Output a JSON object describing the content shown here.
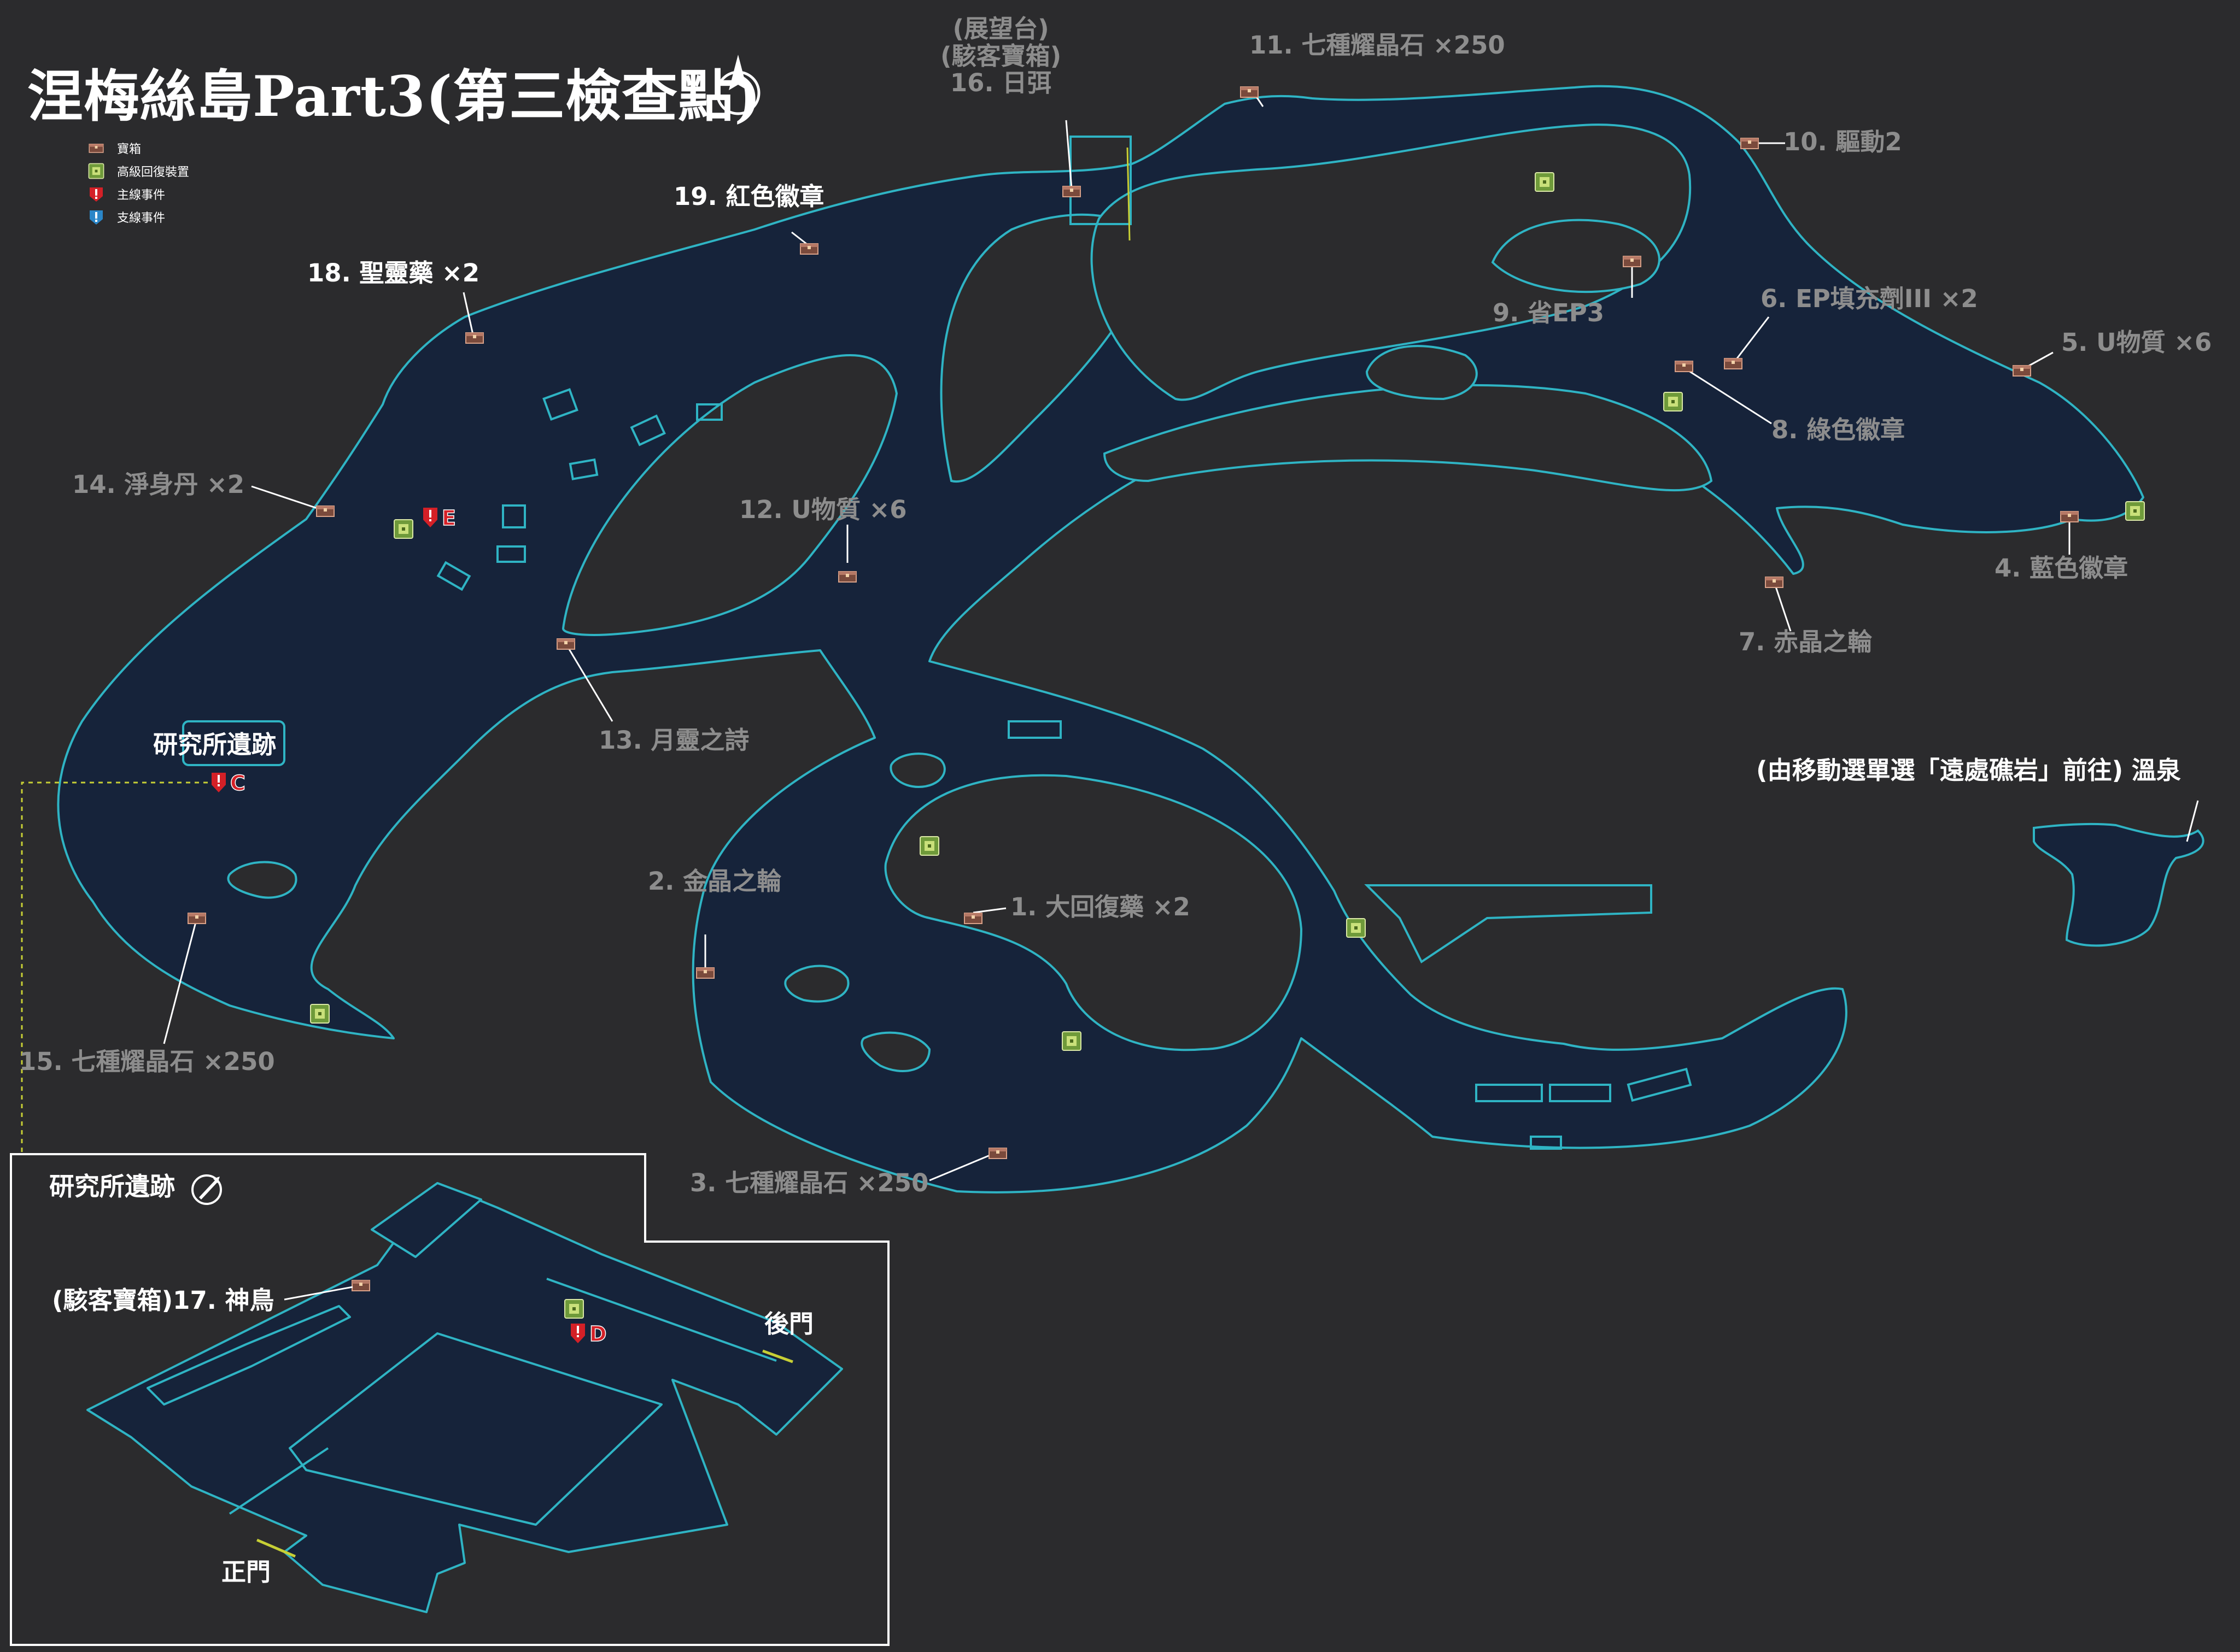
{
  "title": "涅梅絲島Part3(第三檢查點)",
  "compass": {
    "letter": "N",
    "icon": "north-arrow-icon"
  },
  "legend": [
    {
      "icon": "treasure-chest-icon",
      "label": "寶箱"
    },
    {
      "icon": "recovery-device-icon",
      "label": "高級回復裝置"
    },
    {
      "icon": "main-event-icon",
      "label": "主線事件"
    },
    {
      "icon": "side-event-icon",
      "label": "支線事件"
    }
  ],
  "locations": {
    "loc1": "1. 大回復藥 ×2",
    "loc2": "2. 金晶之輪",
    "loc3": "3. 七種耀晶石 ×250",
    "loc4": "4. 藍色徽章",
    "loc5": "5. U物質 ×6",
    "loc6": "6. EP填充劑III ×2",
    "loc7": "7. 赤晶之輪",
    "loc8": "8. 綠色徽章",
    "loc9": "9. 省EP3",
    "loc10": "10. 驅動2",
    "loc11": "11. 七種耀晶石 ×250",
    "loc12": "12. U物質 ×6",
    "loc13": "13. 月靈之詩",
    "loc14": "14. 淨身丹 ×2",
    "loc15": "15. 七種耀晶石 ×250",
    "loc16_line1": "(展望台)",
    "loc16_line2": "(駭客寶箱)",
    "loc16_line3": "16. 日弭",
    "loc17": "(駭客寶箱)17. 神鳥",
    "loc18": "18. 聖靈藥 ×2",
    "loc19": "19. 紅色徽章"
  },
  "places": {
    "lab_ruins": "研究所遺跡",
    "hot_spring": "(由移動選單選「遠處礁岩」前往) 溫泉",
    "back_gate": "後門",
    "front_gate": "正門"
  },
  "events": {
    "C": "C",
    "D": "D",
    "E": "E"
  },
  "inset": {
    "title": "研究所遺跡",
    "icon": "rocket-icon"
  },
  "colors": {
    "background": "#2b2b2d",
    "land_fill": "#16233a",
    "outline": "#2fb4c4",
    "event_red": "#d42027",
    "label_gray": "#8d8d8d"
  }
}
